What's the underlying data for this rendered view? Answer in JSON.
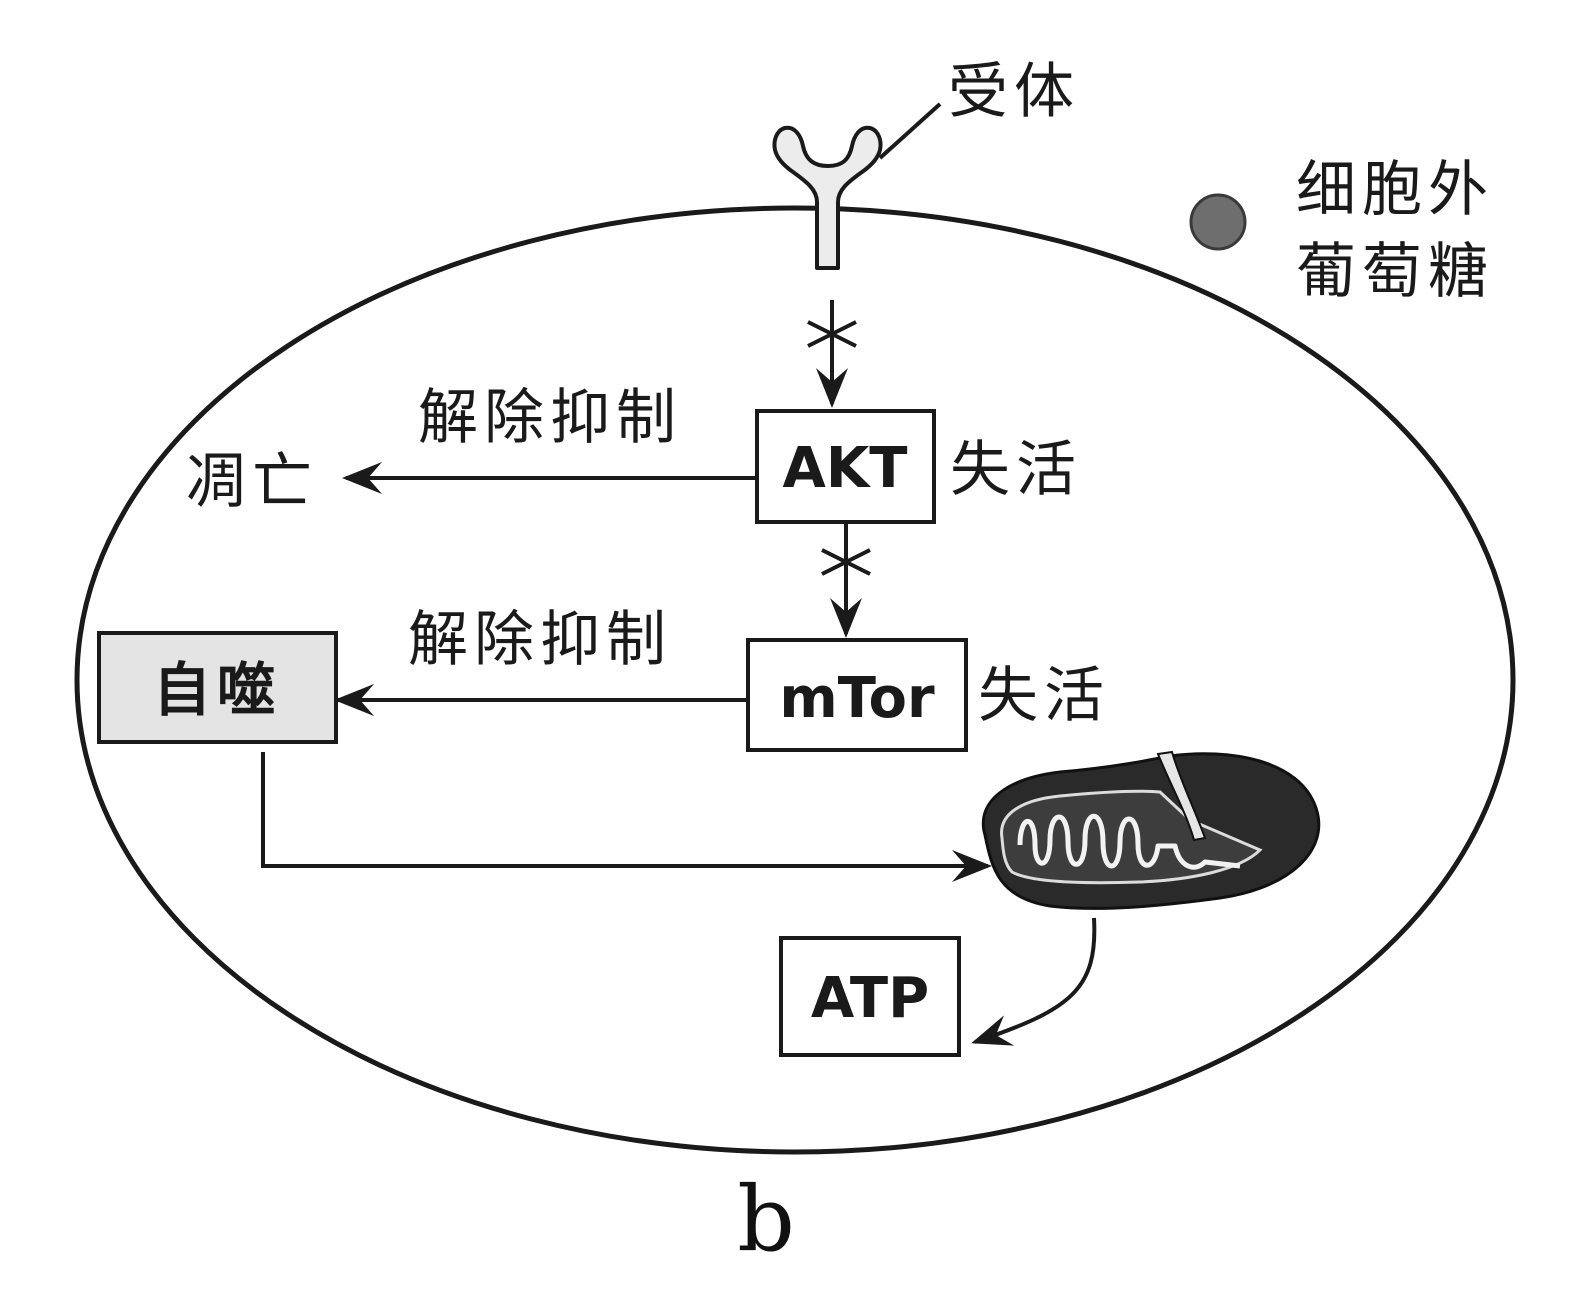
{
  "receptor_label": "受体",
  "extracellular_glucose_label": [
    "细胞外",
    "葡萄糖"
  ],
  "akt": {
    "box": "AKT",
    "state": "失活"
  },
  "mtor": {
    "box": "mTor",
    "state": "失活"
  },
  "apoptosis_label": "凋亡",
  "autophagy_label": "自噬",
  "release_inhibition_labels": [
    "解除抑制",
    "解除抑制"
  ],
  "atp_label": "ATP",
  "subfigure_label": "b",
  "colors": {
    "line": "#1a1a1a",
    "autophagy_fill": "#e4e4e4",
    "glucose_dot": "#6e6e6e",
    "receptor_fill": "#e8e8e8"
  }
}
